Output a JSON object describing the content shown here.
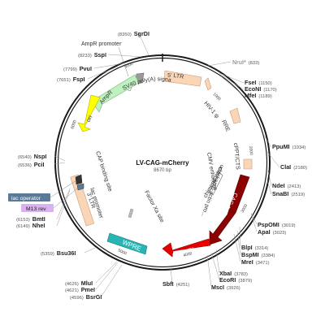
{
  "plasmid": {
    "name": "LV-CAG-mCherry",
    "size_label": "8670 bp"
  },
  "ticks": [
    "1000",
    "2000",
    "3000",
    "4000",
    "5000",
    "6000",
    "8000"
  ],
  "sites": [
    {
      "id": "sgrdi",
      "name": "SgrDI",
      "pos": "(8350)"
    },
    {
      "id": "sspi",
      "name": "SspI",
      "pos": "(8233)"
    },
    {
      "id": "pvui",
      "name": "PvuI",
      "pos": "(7799)"
    },
    {
      "id": "fspi",
      "name": "FspI",
      "pos": "(7651)"
    },
    {
      "id": "nrui",
      "name": "NruI*",
      "pos": "(833)"
    },
    {
      "id": "fsei",
      "name": "FseI",
      "pos": "(1150)"
    },
    {
      "id": "econi",
      "name": "EcoNI",
      "pos": "(1170)"
    },
    {
      "id": "mfei",
      "name": "MfeI",
      "pos": "(1189)"
    },
    {
      "id": "ppumi",
      "name": "PpuMI",
      "pos": "(1934)"
    },
    {
      "id": "clai",
      "name": "ClaI",
      "pos": "(2180)"
    },
    {
      "id": "ndei",
      "name": "NdeI",
      "pos": "(2413)"
    },
    {
      "id": "snabi",
      "name": "SnaBI",
      "pos": "(2519)"
    },
    {
      "id": "nspi",
      "name": "NspI",
      "pos": "(6540)"
    },
    {
      "id": "pcii",
      "name": "PciI",
      "pos": "(6536)"
    },
    {
      "id": "bmti",
      "name": "BmtI",
      "pos": "(6153)"
    },
    {
      "id": "nhei",
      "name": "NheI",
      "pos": "(6149)"
    },
    {
      "id": "pspomi",
      "name": "PspOMI",
      "pos": "(3019)"
    },
    {
      "id": "apai",
      "name": "ApaI",
      "pos": "(3023)"
    },
    {
      "id": "blpi",
      "name": "BlpI",
      "pos": "(3314)"
    },
    {
      "id": "bspmi",
      "name": "BspMI",
      "pos": "(3384)"
    },
    {
      "id": "mrei",
      "name": "MreI",
      "pos": "(3471)"
    },
    {
      "id": "xbai",
      "name": "XbaI",
      "pos": "(3783)"
    },
    {
      "id": "ecori",
      "name": "EcoRI",
      "pos": "(3879)"
    },
    {
      "id": "msci",
      "name": "MscI",
      "pos": "(3926)"
    },
    {
      "id": "sbfi",
      "name": "SbfI",
      "pos": "(4251)"
    },
    {
      "id": "bsu36i",
      "name": "Bsu36I",
      "pos": "(5359)"
    },
    {
      "id": "mlui",
      "name": "MluI",
      "pos": "(4626)"
    },
    {
      "id": "pmei",
      "name": "PmeI",
      "pos": "(4621)"
    },
    {
      "id": "bsrgi",
      "name": "BsrGI",
      "pos": "(4596)"
    }
  ],
  "features": {
    "ampr_promoter": "AmpR promoter",
    "sv40": "SV40 poly(A) signal",
    "ltr5": "5' LTR",
    "hiv": "HIV-1 ψ",
    "rre": "RRE",
    "cppt": "cPPT/CTS",
    "cmv": "CMV enhancer",
    "chicken": "chicken β-actin pro...",
    "intron": "chimeric intron",
    "cag": "CAG Promoter",
    "mcherry": "mCherry",
    "wpre": "WPRE",
    "factorxa": "Factor Xa site",
    "ltr3": "3' LTR",
    "lacpro": "lac promoter",
    "cap": "CAP binding site",
    "ori": "ori",
    "ampr": "AmpR",
    "lacop": "lac operator",
    "m13": "M13 rev"
  },
  "colors": {
    "ampr": "#bff0bf",
    "ori": "#ffff00",
    "ltr": "#fbd6b6",
    "cag": "#8b0000",
    "mcherry": "#e60000",
    "wpre": "#2ab5b5",
    "lac_operator": "#5a7a9a",
    "m13": "#d9b3f0"
  }
}
